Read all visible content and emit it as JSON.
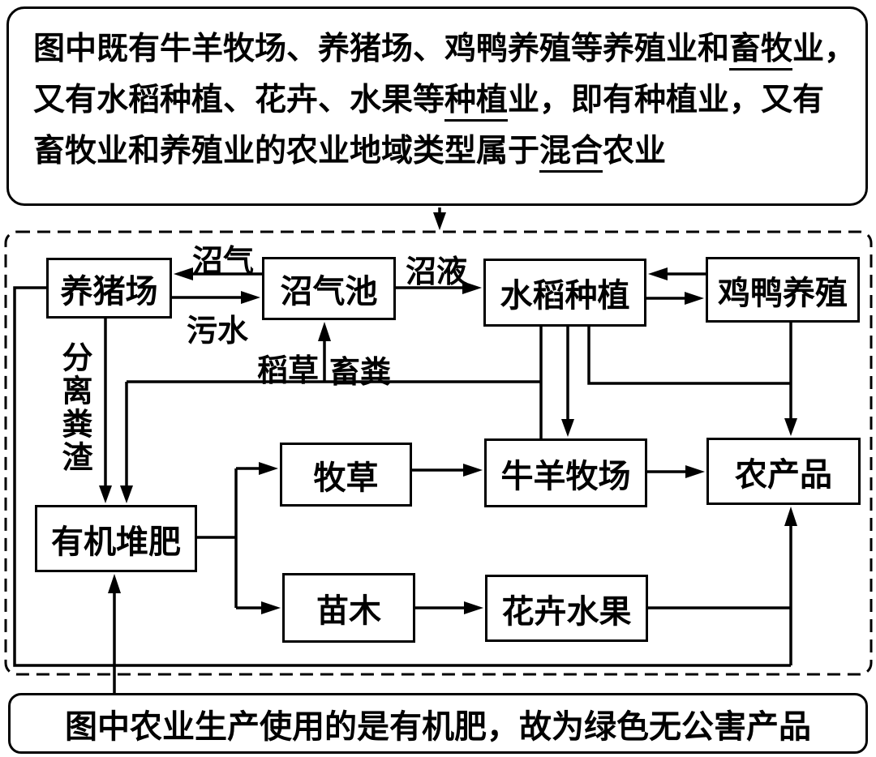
{
  "top_note": {
    "lines": [
      [
        {
          "t": "图中既有牛羊牧场、养猪场、鸡鸭养殖等养殖业和"
        },
        {
          "t": "畜牧",
          "u": true
        },
        {
          "t": "业，"
        }
      ],
      [
        {
          "t": "又有水稻种植、花卉、水果等"
        },
        {
          "t": "种植",
          "u": true
        },
        {
          "t": "业，即有种植业，又有"
        }
      ],
      [
        {
          "t": "畜牧业和养殖业的农业地域类型属于"
        },
        {
          "t": "混合",
          "u": true
        },
        {
          "t": "农业"
        }
      ]
    ]
  },
  "bottom_note": {
    "text": "图中农业生产使用的是有机肥，故为绿色无公害产品"
  },
  "nodes": {
    "pig_farm": "养猪场",
    "biogas_pool": "沼气池",
    "rice_planting": "水稻种植",
    "poultry_breeding": "鸡鸭养殖",
    "pasture_grass": "牧草",
    "cattle_sheep_ranch": "牛羊牧场",
    "agri_products": "农产品",
    "organic_compost": "有机堆肥",
    "seedlings": "苗木",
    "flowers_fruits": "花卉水果"
  },
  "edge_labels": {
    "biogas": "沼气",
    "sewage": "污水",
    "slurry": "沼液",
    "rice_straw": "稻草",
    "livestock_manure": "畜粪",
    "separated_dung": "分离粪渣"
  },
  "colors": {
    "ink": "#000000",
    "background": "#ffffff"
  }
}
